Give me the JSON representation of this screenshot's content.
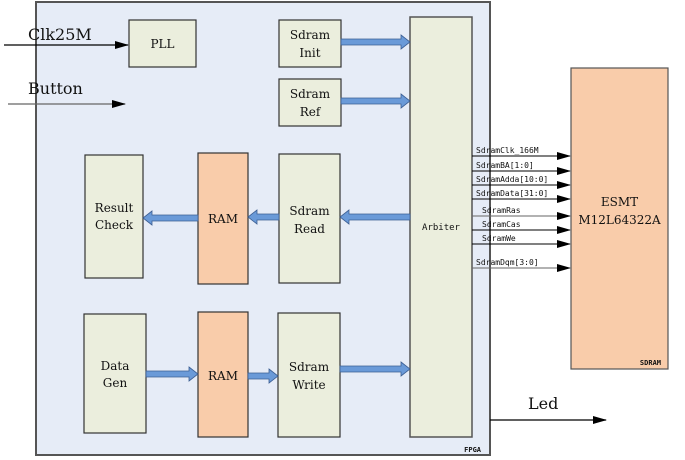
{
  "external_inputs": {
    "clock_label": "Clk25M",
    "button_label": "Button"
  },
  "external_outputs": {
    "led_label": "Led"
  },
  "fpga": {
    "label": "FPGA",
    "background": "#e6ecf7",
    "blocks": {
      "pll": {
        "line1": "PLL"
      },
      "sdram_init": {
        "line1": "Sdram",
        "line2": "Init"
      },
      "sdram_ref": {
        "line1": "Sdram",
        "line2": "Ref"
      },
      "result_check": {
        "line1": "Result",
        "line2": "Check"
      },
      "ram_read": {
        "line1": "RAM"
      },
      "sdram_read": {
        "line1": "Sdram",
        "line2": "Read"
      },
      "data_gen": {
        "line1": "Data",
        "line2": "Gen"
      },
      "ram_write": {
        "line1": "RAM"
      },
      "sdram_write": {
        "line1": "Sdram",
        "line2": "Write"
      },
      "arbiter": {
        "line1": "Arbiter"
      }
    }
  },
  "sdram": {
    "line1": "ESMT",
    "line2": "M12L64322A",
    "label": "SDRAM",
    "fill": "#f9ccaa"
  },
  "signals": [
    {
      "name": "SdramClk_166M"
    },
    {
      "name": "SdramBA[1:0]"
    },
    {
      "name": "SdramAdda[10:0]"
    },
    {
      "name": "SdramData[31:0]"
    },
    {
      "name": "SdramRas"
    },
    {
      "name": "SdramCas"
    },
    {
      "name": "SdramWe"
    },
    {
      "name": "SdramDqm[3:0]"
    }
  ],
  "colors": {
    "logic_block": "#ebeedd",
    "ram_block": "#f9ccaa",
    "bus_arrow": "#6a9ad8",
    "bus_arrow_edge": "#3d5f93"
  }
}
